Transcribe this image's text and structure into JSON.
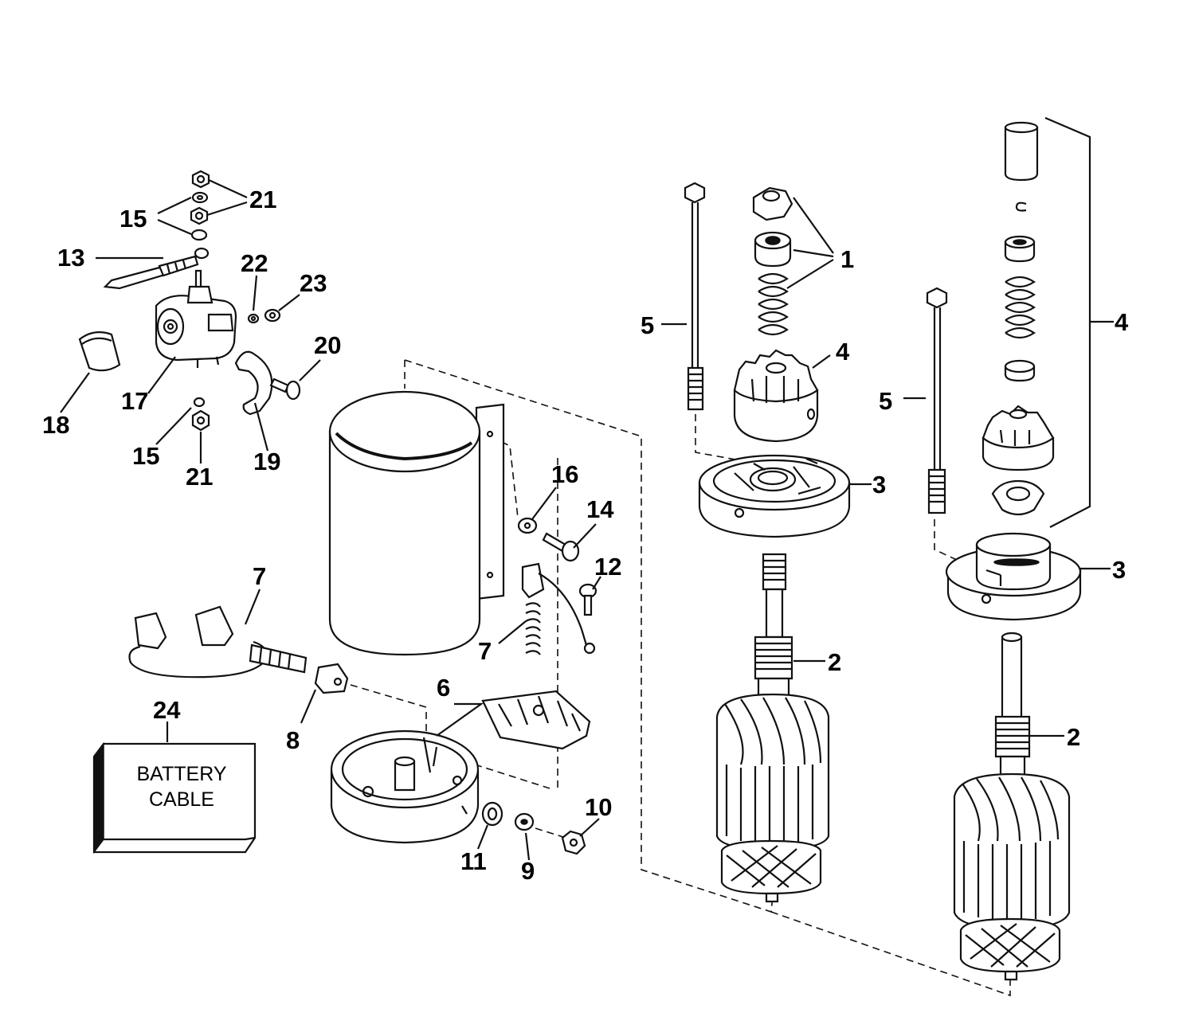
{
  "callouts": {
    "l21a": "21",
    "l15a": "15",
    "l13": "13",
    "l22": "22",
    "l23": "23",
    "l20": "20",
    "l18": "18",
    "l17": "17",
    "l15b": "15",
    "l21b": "21",
    "l19": "19",
    "l16": "16",
    "l14": "14",
    "l12": "12",
    "l7a": "7",
    "l7b": "7",
    "l8": "8",
    "l6": "6",
    "l24": "24",
    "l11": "11",
    "l9": "9",
    "l10": "10",
    "l1": "1",
    "l5a": "5",
    "l4a": "4",
    "l3a": "3",
    "l2a": "2",
    "l4b": "4",
    "l5b": "5",
    "l3b": "3",
    "l2b": "2"
  },
  "battery_box": {
    "line1": "BATTERY",
    "line2": "CABLE"
  }
}
